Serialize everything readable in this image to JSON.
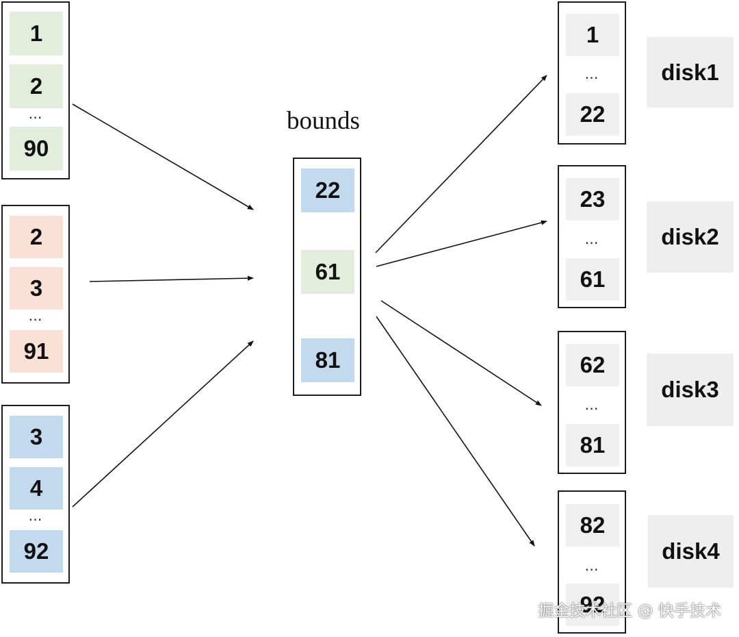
{
  "colors": {
    "green": "#e2eedb",
    "orange": "#f9e1d5",
    "blue": "#c3d9ee",
    "gray": "#efefef"
  },
  "inputs": [
    {
      "color": "green",
      "top": "1",
      "second": "2",
      "ellipsis": "…",
      "bottom": "90"
    },
    {
      "color": "orange",
      "top": "2",
      "second": "3",
      "ellipsis": "…",
      "bottom": "91"
    },
    {
      "color": "blue",
      "top": "3",
      "second": "4",
      "ellipsis": "…",
      "bottom": "92"
    }
  ],
  "bounds": {
    "title": "bounds",
    "values": [
      {
        "value": "22",
        "color": "blue"
      },
      {
        "value": "61",
        "color": "green"
      },
      {
        "value": "81",
        "color": "blue"
      }
    ]
  },
  "disks": [
    {
      "label": "disk1",
      "start": "1",
      "ellipsis": "…",
      "end": "22"
    },
    {
      "label": "disk2",
      "start": "23",
      "ellipsis": "…",
      "end": "61"
    },
    {
      "label": "disk3",
      "start": "62",
      "ellipsis": "…",
      "end": "81"
    },
    {
      "label": "disk4",
      "start": "82",
      "ellipsis": "…",
      "end": "92"
    }
  ],
  "watermark": "掘金技术社区 @ 快手技术"
}
